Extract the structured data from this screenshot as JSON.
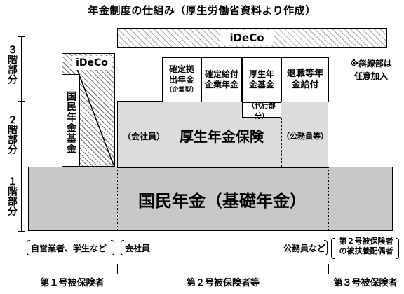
{
  "title": "年金制度の仕組み（厚生労働省資料より作成）",
  "tiers": {
    "tier3": "３階部分",
    "tier2": "２階部分",
    "tier1": "１階部分"
  },
  "ideco_top": "iDeCo",
  "ideco_left": "iDeCo",
  "kokumin_kikin": "国民年金基金",
  "kakutei_kyoshutsu": "確定拠出年金",
  "kakutei_kyoshutsu_sub": "（企業型）",
  "kakutei_kyufu": "確定給付企業年金",
  "kosei_kikin": "厚生年金基金",
  "daiko": "（代行部分）",
  "taishoku": "退職等年金給付",
  "note_line1": "※斜線部は",
  "note_line2": "任意加入",
  "kaishain_paren": "（会社員）",
  "kosei_hoken": "厚生年金保険",
  "komuin_paren": "（公務員等）",
  "kokumin_nenkin": "国民年金（基礎年金）",
  "labels": {
    "self_employed": "自営業者、学生など",
    "employee": "会社員",
    "public": "公務員など",
    "dependent_line1": "第２号被保険者",
    "dependent_line2": "の被扶養配偶者"
  },
  "categories": {
    "first": "第１号被保険者",
    "second": "第２号被保険者等",
    "third": "第３号被保険者"
  }
}
